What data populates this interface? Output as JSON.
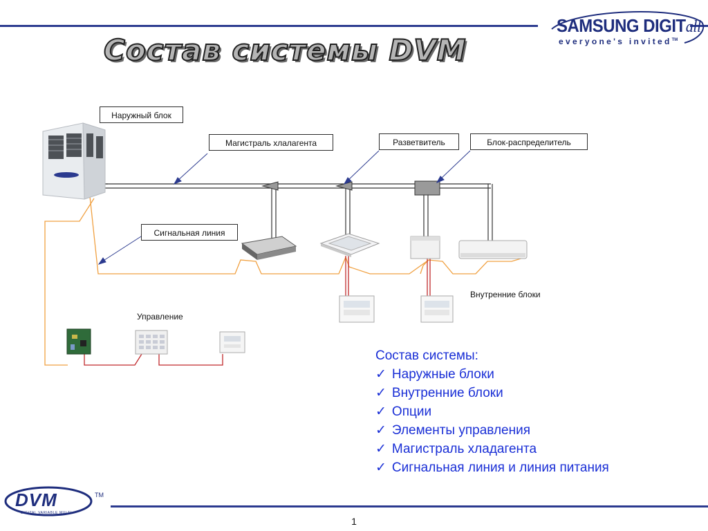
{
  "header": {
    "title": "Состав системы DVM",
    "brand": "SAMSUNG DIGIT",
    "brand_suffix": "all",
    "slogan": "everyone's invited",
    "slogan_tm": "TM"
  },
  "labels": {
    "outdoor_unit": "Наружный блок",
    "refrigerant_main": "Магистраль хлалагента",
    "branch_joint": "Разветвитель",
    "distribution_box": "Блок-распределитель",
    "signal_line": "Сигнальная линия",
    "indoor_units": "Внутренние блоки",
    "controls": "Управление"
  },
  "system_list": {
    "heading": "Состав системы:",
    "check": "✓",
    "items": [
      "Наружные блоки",
      "Внутренние блоки",
      "Опции",
      "Элементы управления",
      "Магистраль хладагента",
      "Сигнальная линия и линия питания"
    ]
  },
  "footer": {
    "page_number": "1",
    "logo": "DVM",
    "logo_tm": "TM",
    "logo_sub": "DIGITAL VARIABLE MULTI"
  },
  "colors": {
    "accent_blue": "#2b3a8f",
    "list_blue": "#1a2fd6",
    "signal_line": "#f0a040",
    "control_wire": "#c0282b",
    "pipe": "#333333"
  }
}
